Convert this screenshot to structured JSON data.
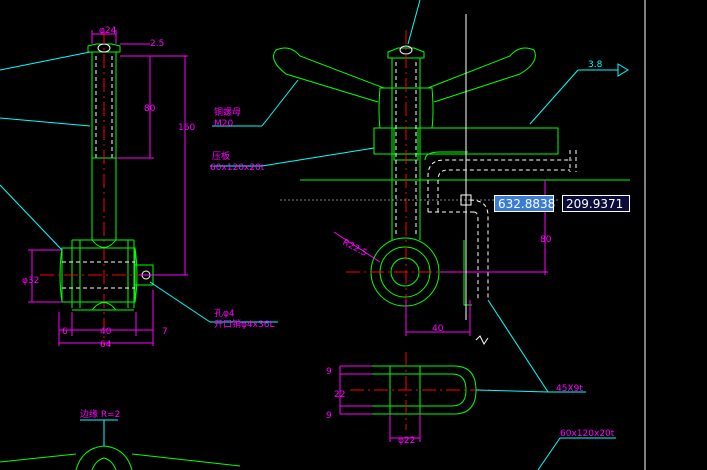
{
  "annotations": {
    "phi24": "φ24",
    "dim_2_5": "2.5",
    "dim_80_left": "80",
    "dim_160": "160",
    "phi32": "φ32",
    "dim_6": "6",
    "dim_40_left": "40",
    "dim_7": "7",
    "dim_64": "64",
    "hole_label": "孔φ4",
    "pin_label": "开口销φ4x36L",
    "nut_label_1": "铜螺母",
    "nut_label_2": "M20",
    "plate_label_1": "压板",
    "plate_label_2": "60x120x20t",
    "dim_3_8": "3.8",
    "dim_R22_5": "R22.5",
    "dim_80_right": "80",
    "dim_40_right": "40",
    "dim_9_top": "9",
    "dim_22": "22",
    "dim_9_bottom": "9",
    "phi22": "φ22",
    "dim_45x9t": "45X9t",
    "edge_label": "边缘 R=2",
    "bottom_plate": "60x120x20t"
  },
  "cursor": {
    "x_value": "632.8838",
    "y_value": "209.9371"
  },
  "colors": {
    "background": "#000000",
    "geometry": "#00ff00",
    "dimension": "#ff00ff",
    "leader": "#00ffff",
    "centerline": "#ff0000",
    "hidden": "#ffffff",
    "crosshair": "#ffffff"
  }
}
